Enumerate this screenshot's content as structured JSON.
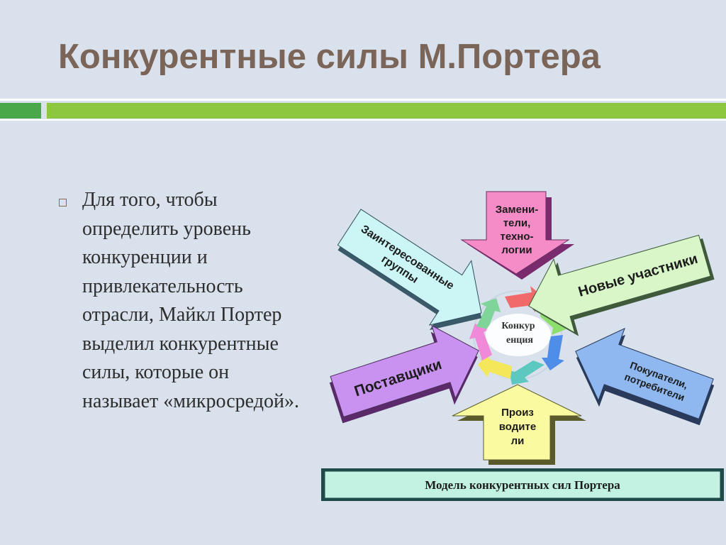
{
  "slide": {
    "title": "Конкурентные силы М.Портера",
    "body": "Для того, чтобы определить уровень конкуренции и привлекательность отрасли, Майкл Портер выделил конкурентные силы, которые он называет «микросредой»."
  },
  "diagram": {
    "center_line1": "Конкур",
    "center_line2": "енция",
    "substitutes": [
      "Замени-",
      "тели,",
      "техно-",
      "логии"
    ],
    "stakeholders": [
      "Заинтересованные",
      "группы"
    ],
    "new_entrants": "Новые участники",
    "suppliers": "Поставщики",
    "buyers": [
      "Покупатели,",
      "потребители"
    ],
    "producers": [
      "Произ",
      "водите",
      "ли"
    ],
    "caption": "Модель конкурентных сил Портера"
  }
}
